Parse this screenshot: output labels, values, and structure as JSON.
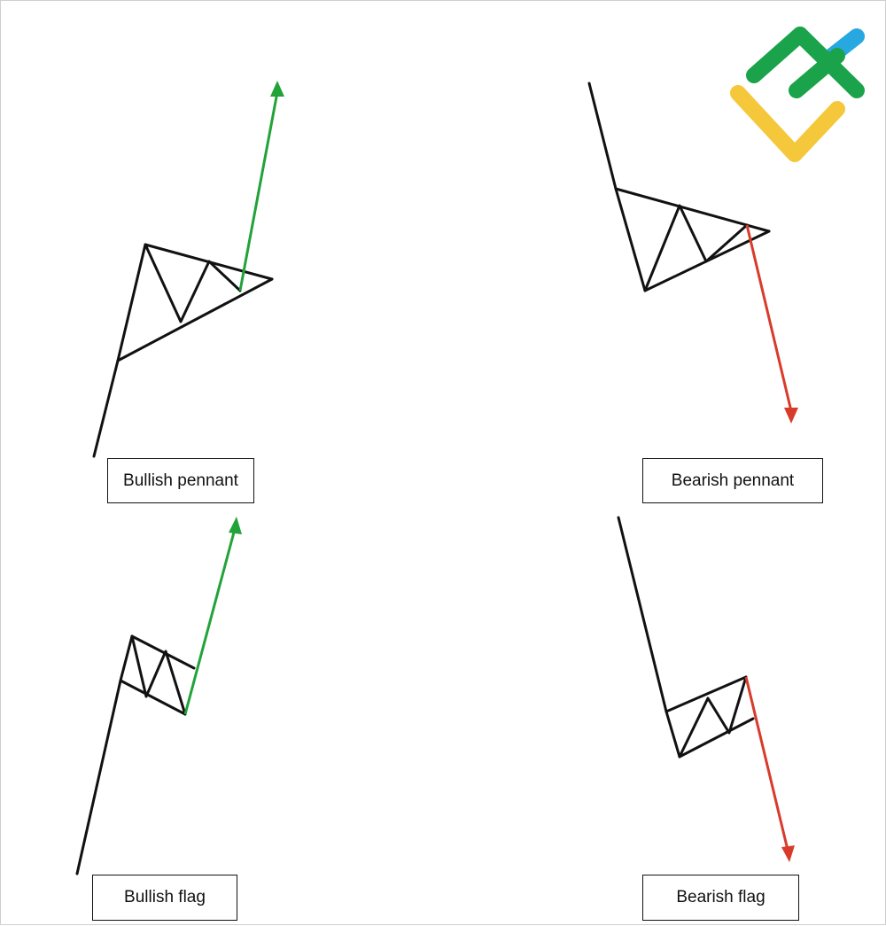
{
  "labels": {
    "bullish_pennant": "Bullish pennant",
    "bearish_pennant": "Bearish pennant",
    "bullish_flag": "Bullish flag",
    "bearish_flag": "Bearish flag"
  },
  "colors": {
    "line": "#111111",
    "bullish_arrow": "#22a33a",
    "bearish_arrow": "#d93b2b",
    "logo_green": "#1aa34a",
    "logo_blue": "#27a8e0",
    "logo_yellow": "#f5c73a"
  },
  "icons": {
    "logo": "brand-logo-icon",
    "up_arrow": "arrow-up-icon",
    "down_arrow": "arrow-down-icon"
  }
}
